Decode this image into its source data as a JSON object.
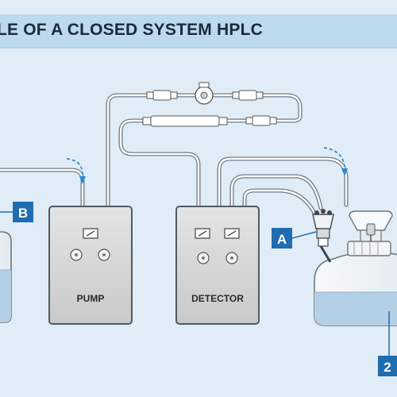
{
  "title": "LE OF A CLOSED SYSTEM HPLC",
  "units": {
    "pump_label": "PUMP",
    "detector_label": "DETECTOR"
  },
  "callouts": {
    "a": "A",
    "b": "B",
    "two": "2"
  },
  "icons": [
    "gauge-icon",
    "knob-icon",
    "flow-arrow-icon",
    "valve-icon",
    "filter-icon",
    "mixer-valve-icon"
  ],
  "colors": {
    "background": "#e1edf6",
    "title_bar": "#bdd9ee",
    "callout_blue": "#1f6cb0",
    "unit_gray": "#d9d9d9",
    "liquid": "#b3d0e6",
    "flow_arrow": "#2a8ad4"
  }
}
